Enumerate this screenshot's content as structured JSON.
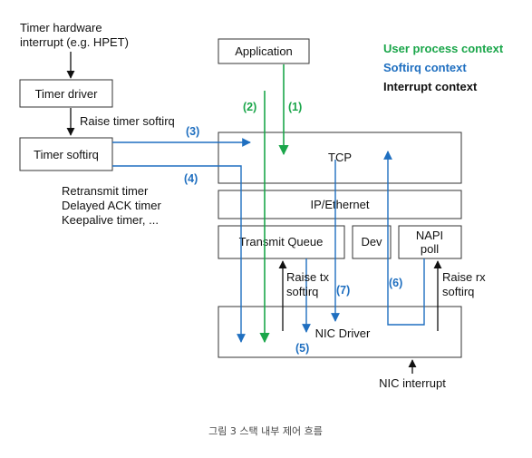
{
  "colors": {
    "user": "#1aa64a",
    "softirq": "#1f6fc0",
    "interrupt": "#111111"
  },
  "legend": {
    "user": "User  process context",
    "softirq": "Softirq context",
    "interrupt": "Interrupt context"
  },
  "labels": {
    "timer_hw_1": "Timer hardware",
    "timer_hw_2": "interrupt (e.g. HPET)",
    "timer_driver": "Timer driver",
    "raise_timer": "Raise timer softirq",
    "timer_softirq": "Timer softirq",
    "timers_1": "Retransmit timer",
    "timers_2": "Delayed ACK timer",
    "timers_3": "Keepalive timer, ...",
    "application": "Application",
    "tcp": "TCP",
    "ip": "IP/Ethernet",
    "txq": "Transmit Queue",
    "dev": "Dev",
    "napi_1": "NAPI",
    "napi_2": "poll",
    "nic_driver": "NIC Driver",
    "raise_tx_1": "Raise tx",
    "raise_tx_2": "softirq",
    "raise_rx_1": "Raise rx",
    "raise_rx_2": "softirq",
    "nic_interrupt": "NIC interrupt"
  },
  "steps": {
    "s1": "(1)",
    "s2": "(2)",
    "s3": "(3)",
    "s4": "(4)",
    "s5": "(5)",
    "s6": "(6)",
    "s7": "(7)"
  },
  "caption": "그림 3 스택 내부 제어 흐름"
}
